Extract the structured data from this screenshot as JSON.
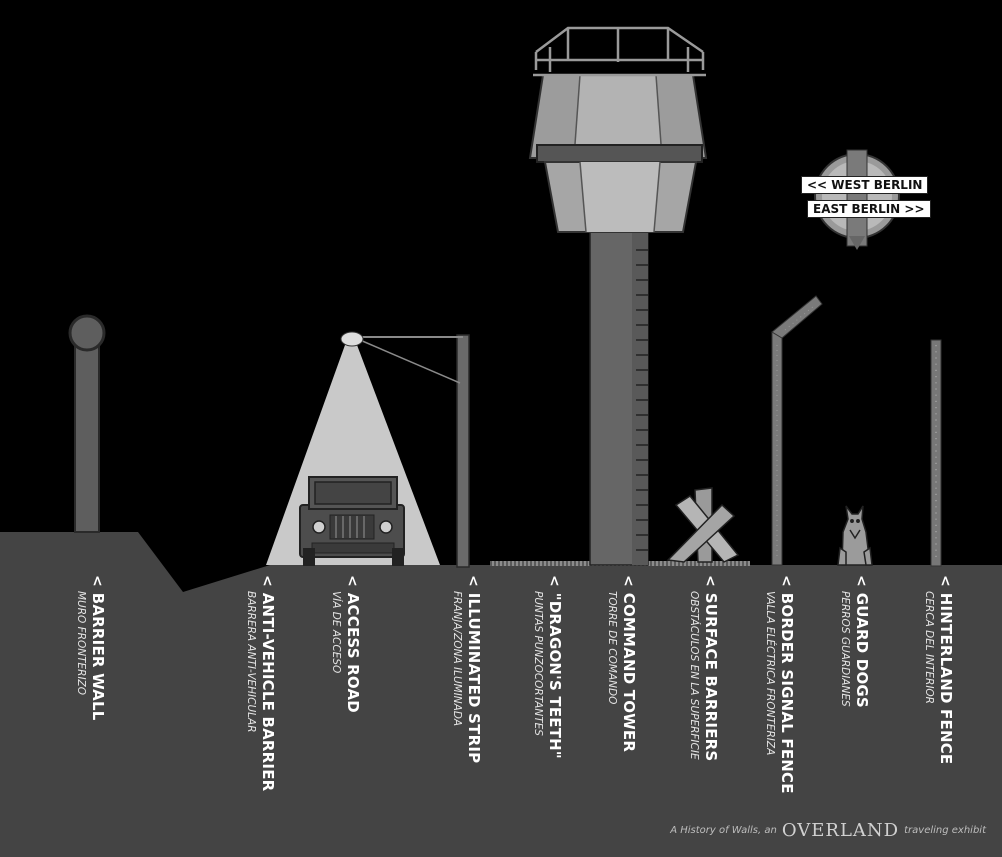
{
  "sign": {
    "west": "<< WEST BERLIN",
    "east": "EAST BERLIN >>"
  },
  "labels": [
    {
      "chevron": "<",
      "en": "BARRIER WALL",
      "es": "MURO FRONTERIZO"
    },
    {
      "chevron": "<",
      "en": "ANTI-VEHICLE BARRIER",
      "es": "BARRERA ANTI-VEHICULAR"
    },
    {
      "chevron": "<",
      "en": "ACCESS ROAD",
      "es": "VÍA DE ACCESO"
    },
    {
      "chevron": "<",
      "en": "ILLUMINATED STRIP",
      "es": "FRANJA/ZONA ILUMINADA"
    },
    {
      "chevron": "<",
      "en": "\"DRAGON'S TEETH\"",
      "es": "PUNTAS PUNZOCORTANTES"
    },
    {
      "chevron": "<",
      "en": "COMMAND TOWER",
      "es": "TORRE DE COMANDO"
    },
    {
      "chevron": "<",
      "en": "SURFACE BARRIERS",
      "es": "OBSTÁCULOS EN LA SUPERFICIE"
    },
    {
      "chevron": "<",
      "en": "BORDER SIGNAL FENCE",
      "es": "VALLA ELÉCTRICA FRONTERIZA"
    },
    {
      "chevron": "<",
      "en": "GUARD DOGS",
      "es": "PERROS GUARDIANES"
    },
    {
      "chevron": "<",
      "en": "HINTERLAND FENCE",
      "es": "CERCA DEL INTERIOR"
    }
  ],
  "footer": {
    "prefix": "A History of Walls, an",
    "brand": "OVERLAND",
    "suffix": "traveling exhibit"
  }
}
